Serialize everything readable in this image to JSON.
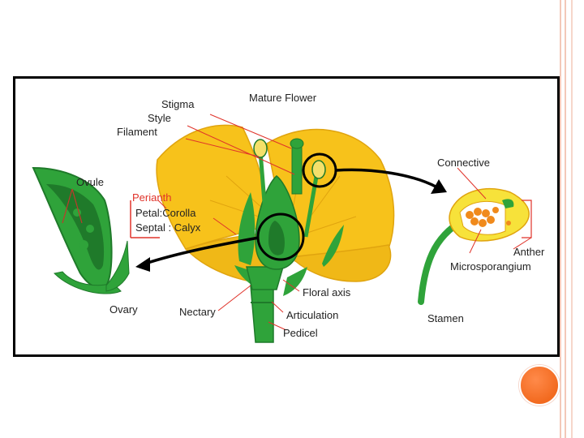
{
  "labels": {
    "mature_flower": "Mature Flower",
    "stigma": "Stigma",
    "style": "Style",
    "filament": "Filament",
    "ovule": "Ovule",
    "perianth": "Perianth",
    "petal": "Petal:Corolla",
    "septal": "Septal : Calyx",
    "ovary": "Ovary",
    "nectary": "Nectary",
    "floral_axis": "Floral axis",
    "articulation": "Articulation",
    "pedicel": "Pedicel",
    "connective": "Connective",
    "anther": "Anther",
    "microsporangium": "Microsporangium",
    "stamen": "Stamen"
  },
  "colors": {
    "petal_yellow": "#f7c21b",
    "petal_dark": "#e0a40f",
    "green": "#2fa33a",
    "green_dark": "#1f7a2a",
    "label_red": "#e0332a",
    "pollen_orange": "#f08a1c"
  }
}
